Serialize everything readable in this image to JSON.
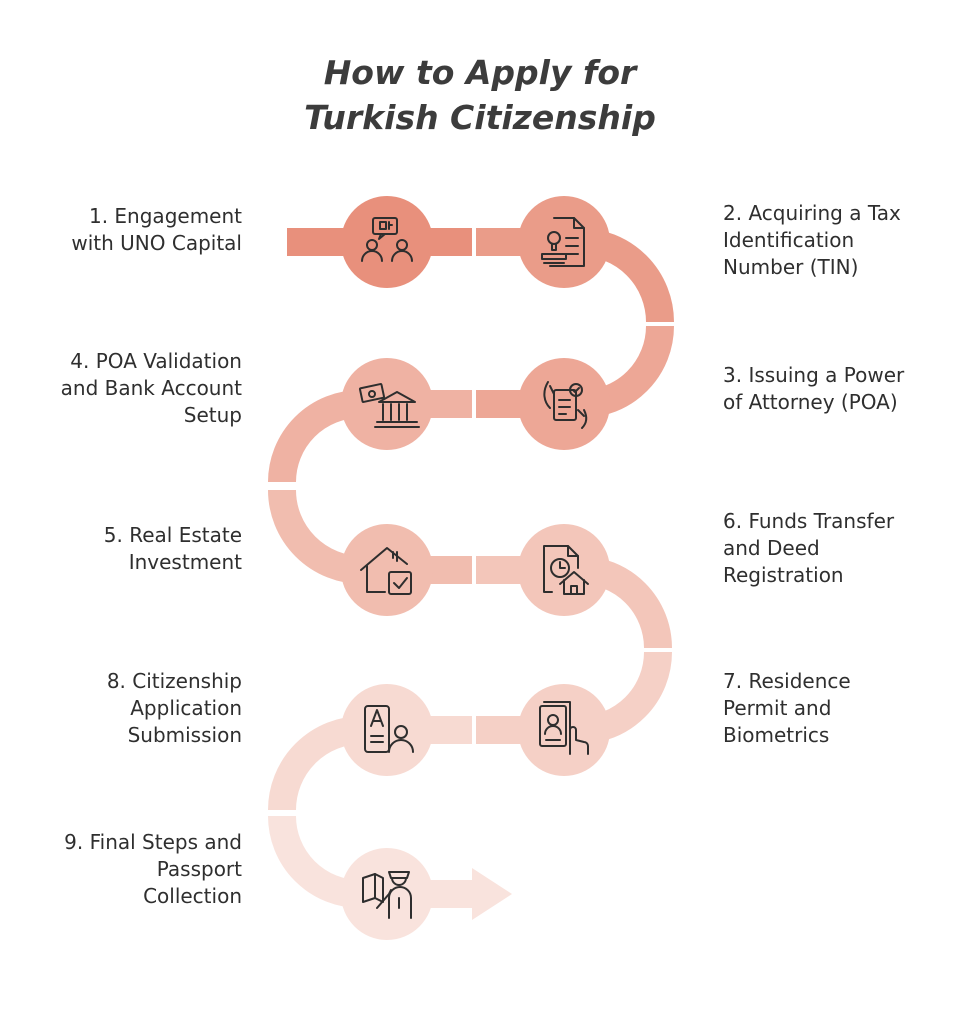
{
  "title": {
    "line1": "How to Apply for",
    "line2": "Turkish Citizenship"
  },
  "colors": {
    "step1": "#e8907c",
    "step2": "#ea9c89",
    "step3": "#eda796",
    "step4": "#efb2a3",
    "step5": "#f1bdaf",
    "step6": "#f3c6ba",
    "step7": "#f5d0c6",
    "step8": "#f7dad2",
    "step9": "#f9e3dd",
    "icon": "#2e2e2e",
    "text": "#2f2f2f"
  },
  "steps": [
    {
      "number": "1",
      "lines": [
        "1. Engagement",
        "with UNO Capital"
      ],
      "icon": "meeting-icon"
    },
    {
      "number": "2",
      "lines": [
        "2. Acquiring a Tax",
        "Identification",
        "Number (TIN)"
      ],
      "icon": "stamped-document-icon"
    },
    {
      "number": "3",
      "lines": [
        "3. Issuing a Power",
        "of Attorney (POA)"
      ],
      "icon": "signed-document-icon"
    },
    {
      "number": "4",
      "lines": [
        "4. POA Validation",
        "and Bank Account",
        "Setup"
      ],
      "icon": "bank-cash-icon"
    },
    {
      "number": "5",
      "lines": [
        "5. Real Estate",
        "Investment"
      ],
      "icon": "house-check-icon"
    },
    {
      "number": "6",
      "lines": [
        "6. Funds Transfer",
        "and Deed",
        "Registration"
      ],
      "icon": "deed-clock-icon"
    },
    {
      "number": "7",
      "lines": [
        "7. Residence",
        "Permit and",
        "Biometrics"
      ],
      "icon": "id-fingerprint-icon"
    },
    {
      "number": "8",
      "lines": [
        "8. Citizenship",
        "Application",
        "Submission"
      ],
      "icon": "application-person-icon"
    },
    {
      "number": "9",
      "lines": [
        "9. Final Steps and",
        "Passport",
        "Collection"
      ],
      "icon": "passport-officer-icon"
    }
  ]
}
